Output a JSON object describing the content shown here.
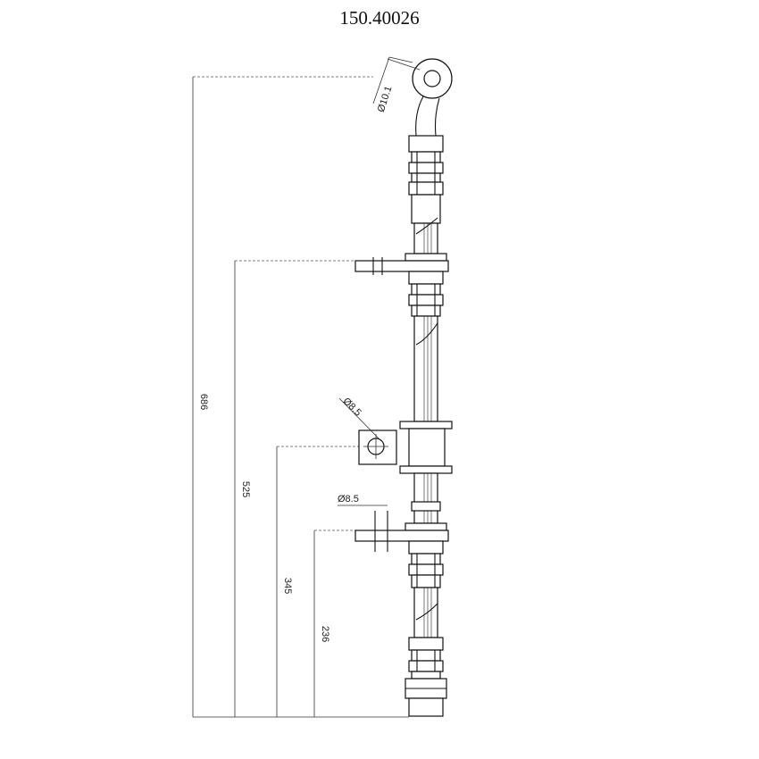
{
  "part_number": "150.40026",
  "dimensions": {
    "overall": "686",
    "bracket_1": "525",
    "bracket_2": "345",
    "bracket_3": "236",
    "eye_diameter": "Ø10.1",
    "hole_diameter_1": "Ø8.5",
    "hole_diameter_2": "Ø8.5"
  }
}
